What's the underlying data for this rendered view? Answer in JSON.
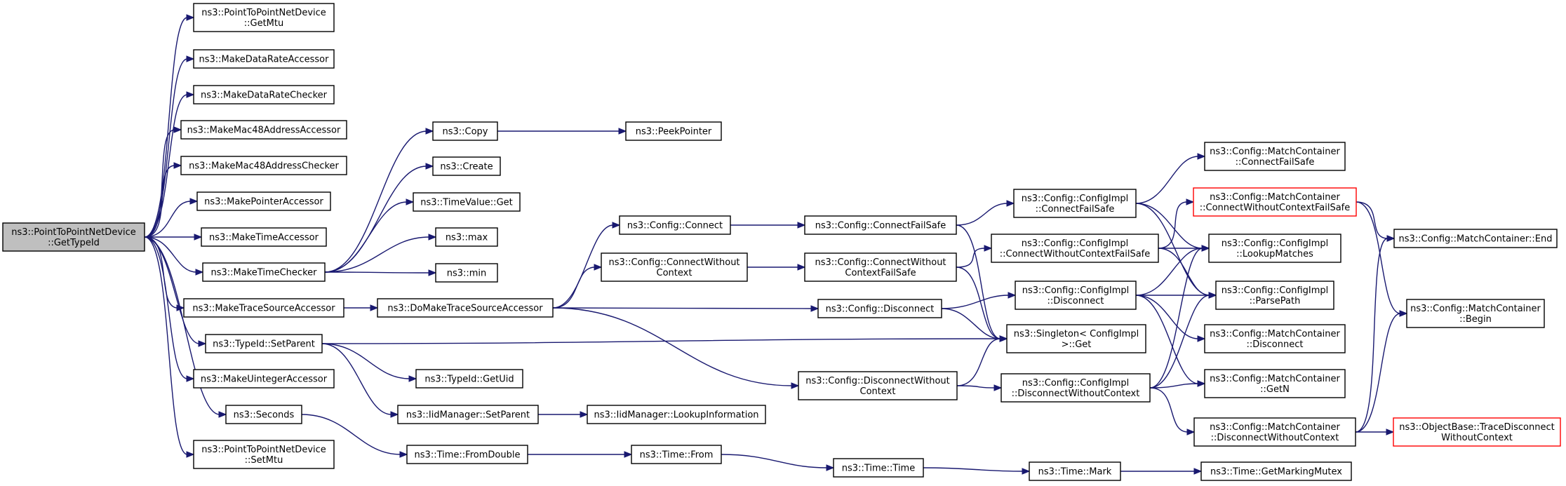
{
  "colors": {
    "edge": "#191970",
    "root_fill": "#bfbfbf",
    "node_border": "#000000",
    "truncated_border": "#ff0000"
  },
  "nodes": [
    {
      "id": "root",
      "lines": [
        "ns3::PointToPointNetDevice",
        "::GetTypeId"
      ],
      "style": "root"
    },
    {
      "id": "getmtu",
      "lines": [
        "ns3::PointToPointNetDevice",
        "::GetMtu"
      ]
    },
    {
      "id": "mkdrAcc",
      "lines": [
        "ns3::MakeDataRateAccessor"
      ]
    },
    {
      "id": "mkdrChk",
      "lines": [
        "ns3::MakeDataRateChecker"
      ]
    },
    {
      "id": "mkmacAcc",
      "lines": [
        "ns3::MakeMac48AddressAccessor"
      ]
    },
    {
      "id": "mkmacChk",
      "lines": [
        "ns3::MakeMac48AddressChecker"
      ]
    },
    {
      "id": "mkptrAcc",
      "lines": [
        "ns3::MakePointerAccessor"
      ]
    },
    {
      "id": "mktimeAcc",
      "lines": [
        "ns3::MakeTimeAccessor"
      ]
    },
    {
      "id": "mktimeChk",
      "lines": [
        "ns3::MakeTimeChecker"
      ]
    },
    {
      "id": "mktsAcc",
      "lines": [
        "ns3::MakeTraceSourceAccessor"
      ]
    },
    {
      "id": "tidSetParent",
      "lines": [
        "ns3::TypeId::SetParent"
      ]
    },
    {
      "id": "mkuintAcc",
      "lines": [
        "ns3::MakeUintegerAccessor"
      ]
    },
    {
      "id": "seconds",
      "lines": [
        "ns3::Seconds"
      ]
    },
    {
      "id": "setmtu",
      "lines": [
        "ns3::PointToPointNetDevice",
        "::SetMtu"
      ]
    },
    {
      "id": "copy",
      "lines": [
        "ns3::Copy"
      ]
    },
    {
      "id": "peek",
      "lines": [
        "ns3::PeekPointer"
      ]
    },
    {
      "id": "create",
      "lines": [
        "ns3::Create"
      ]
    },
    {
      "id": "tvget",
      "lines": [
        "ns3::TimeValue::Get"
      ]
    },
    {
      "id": "max",
      "lines": [
        "ns3::max"
      ]
    },
    {
      "id": "min",
      "lines": [
        "ns3::min"
      ]
    },
    {
      "id": "doMkTs",
      "lines": [
        "ns3::DoMakeTraceSourceAccessor"
      ]
    },
    {
      "id": "tidGetUid",
      "lines": [
        "ns3::TypeId::GetUid"
      ]
    },
    {
      "id": "iidSetParent",
      "lines": [
        "ns3::IidManager::SetParent"
      ]
    },
    {
      "id": "iidLookup",
      "lines": [
        "ns3::IidManager::LookupInformation"
      ]
    },
    {
      "id": "fromDouble",
      "lines": [
        "ns3::Time::FromDouble"
      ]
    },
    {
      "id": "timeFrom",
      "lines": [
        "ns3::Time::From"
      ]
    },
    {
      "id": "timeTime",
      "lines": [
        "ns3::Time::Time"
      ]
    },
    {
      "id": "timeMark",
      "lines": [
        "ns3::Time::Mark"
      ]
    },
    {
      "id": "getMarkMutex",
      "lines": [
        "ns3::Time::GetMarkingMutex"
      ]
    },
    {
      "id": "cfgConnect",
      "lines": [
        "ns3::Config::Connect"
      ]
    },
    {
      "id": "cfgConnectWo",
      "lines": [
        "ns3::Config::ConnectWithout",
        "Context"
      ]
    },
    {
      "id": "cfgConnectFs",
      "lines": [
        "ns3::Config::ConnectFailSafe"
      ]
    },
    {
      "id": "cfgConnectWoFs",
      "lines": [
        "ns3::Config::ConnectWithout",
        "ContextFailSafe"
      ]
    },
    {
      "id": "cfgDisconnect",
      "lines": [
        "ns3::Config::Disconnect"
      ]
    },
    {
      "id": "cfgDisconnectWo",
      "lines": [
        "ns3::Config::DisconnectWithout",
        "Context"
      ]
    },
    {
      "id": "implConnectFs",
      "lines": [
        "ns3::Config::ConfigImpl",
        "::ConnectFailSafe"
      ]
    },
    {
      "id": "implConnectWoFs",
      "lines": [
        "ns3::Config::ConfigImpl",
        "::ConnectWithoutContextFailSafe"
      ]
    },
    {
      "id": "implDisconnect",
      "lines": [
        "ns3::Config::ConfigImpl",
        "::Disconnect"
      ]
    },
    {
      "id": "singleton",
      "lines": [
        "ns3::Singleton< ConfigImpl",
        ">::Get"
      ]
    },
    {
      "id": "implDisconnectWo",
      "lines": [
        "ns3::Config::ConfigImpl",
        "::DisconnectWithoutContext"
      ]
    },
    {
      "id": "mcConnectFs",
      "lines": [
        "ns3::Config::MatchContainer",
        "::ConnectFailSafe"
      ]
    },
    {
      "id": "mcConnectWoFs",
      "lines": [
        "ns3::Config::MatchContainer",
        "::ConnectWithoutContextFailSafe"
      ],
      "style": "red"
    },
    {
      "id": "lookupMatches",
      "lines": [
        "ns3::Config::ConfigImpl",
        "::LookupMatches"
      ]
    },
    {
      "id": "parsePath",
      "lines": [
        "ns3::Config::ConfigImpl",
        "::ParsePath"
      ]
    },
    {
      "id": "mcDisconnect",
      "lines": [
        "ns3::Config::MatchContainer",
        "::Disconnect"
      ]
    },
    {
      "id": "mcGetN",
      "lines": [
        "ns3::Config::MatchContainer",
        "::GetN"
      ]
    },
    {
      "id": "mcDisconnectWo",
      "lines": [
        "ns3::Config::MatchContainer",
        "::DisconnectWithoutContext"
      ]
    },
    {
      "id": "mcEnd",
      "lines": [
        "ns3::Config::MatchContainer::End"
      ]
    },
    {
      "id": "mcBegin",
      "lines": [
        "ns3::Config::MatchContainer",
        "::Begin"
      ]
    },
    {
      "id": "obTraceDisc",
      "lines": [
        "ns3::ObjectBase::TraceDisconnect",
        "WithoutContext"
      ],
      "style": "red"
    }
  ],
  "edges": [
    [
      "root",
      "getmtu"
    ],
    [
      "root",
      "mkdrAcc"
    ],
    [
      "root",
      "mkdrChk"
    ],
    [
      "root",
      "mkmacAcc"
    ],
    [
      "root",
      "mkmacChk"
    ],
    [
      "root",
      "mkptrAcc"
    ],
    [
      "root",
      "mktimeAcc"
    ],
    [
      "root",
      "mktimeChk"
    ],
    [
      "root",
      "mktsAcc"
    ],
    [
      "root",
      "tidSetParent"
    ],
    [
      "root",
      "mkuintAcc"
    ],
    [
      "root",
      "seconds"
    ],
    [
      "root",
      "setmtu"
    ],
    [
      "mktimeChk",
      "copy"
    ],
    [
      "mktimeChk",
      "create"
    ],
    [
      "mktimeChk",
      "tvget"
    ],
    [
      "mktimeChk",
      "max"
    ],
    [
      "mktimeChk",
      "min"
    ],
    [
      "copy",
      "peek"
    ],
    [
      "mktsAcc",
      "doMkTs"
    ],
    [
      "tidSetParent",
      "singleton"
    ],
    [
      "tidSetParent",
      "tidGetUid"
    ],
    [
      "tidSetParent",
      "iidSetParent"
    ],
    [
      "iidSetParent",
      "iidLookup"
    ],
    [
      "seconds",
      "fromDouble"
    ],
    [
      "fromDouble",
      "timeFrom"
    ],
    [
      "timeFrom",
      "timeTime"
    ],
    [
      "timeTime",
      "timeMark"
    ],
    [
      "timeMark",
      "getMarkMutex"
    ],
    [
      "doMkTs",
      "cfgConnect"
    ],
    [
      "doMkTs",
      "cfgConnectWo"
    ],
    [
      "doMkTs",
      "cfgDisconnect"
    ],
    [
      "doMkTs",
      "cfgDisconnectWo"
    ],
    [
      "cfgConnect",
      "cfgConnectFs"
    ],
    [
      "cfgConnectWo",
      "cfgConnectWoFs"
    ],
    [
      "cfgConnectFs",
      "implConnectFs"
    ],
    [
      "cfgConnectFs",
      "singleton"
    ],
    [
      "cfgConnectWoFs",
      "implConnectWoFs"
    ],
    [
      "cfgConnectWoFs",
      "singleton"
    ],
    [
      "cfgDisconnect",
      "implDisconnect"
    ],
    [
      "cfgDisconnect",
      "singleton"
    ],
    [
      "cfgDisconnectWo",
      "singleton"
    ],
    [
      "cfgDisconnectWo",
      "implDisconnectWo"
    ],
    [
      "implConnectFs",
      "mcConnectFs"
    ],
    [
      "implConnectFs",
      "lookupMatches"
    ],
    [
      "implConnectFs",
      "parsePath"
    ],
    [
      "implConnectWoFs",
      "mcConnectWoFs"
    ],
    [
      "implConnectWoFs",
      "lookupMatches"
    ],
    [
      "implConnectWoFs",
      "parsePath"
    ],
    [
      "implDisconnect",
      "lookupMatches"
    ],
    [
      "implDisconnect",
      "parsePath"
    ],
    [
      "implDisconnect",
      "mcDisconnect"
    ],
    [
      "implDisconnect",
      "mcGetN"
    ],
    [
      "implDisconnectWo",
      "lookupMatches"
    ],
    [
      "implDisconnectWo",
      "parsePath"
    ],
    [
      "implDisconnectWo",
      "mcGetN"
    ],
    [
      "implDisconnectWo",
      "mcDisconnectWo"
    ],
    [
      "mcConnectWoFs",
      "mcEnd"
    ],
    [
      "mcConnectWoFs",
      "mcBegin"
    ],
    [
      "mcDisconnectWo",
      "mcEnd"
    ],
    [
      "mcDisconnectWo",
      "mcBegin"
    ],
    [
      "mcDisconnectWo",
      "obTraceDisc"
    ]
  ]
}
